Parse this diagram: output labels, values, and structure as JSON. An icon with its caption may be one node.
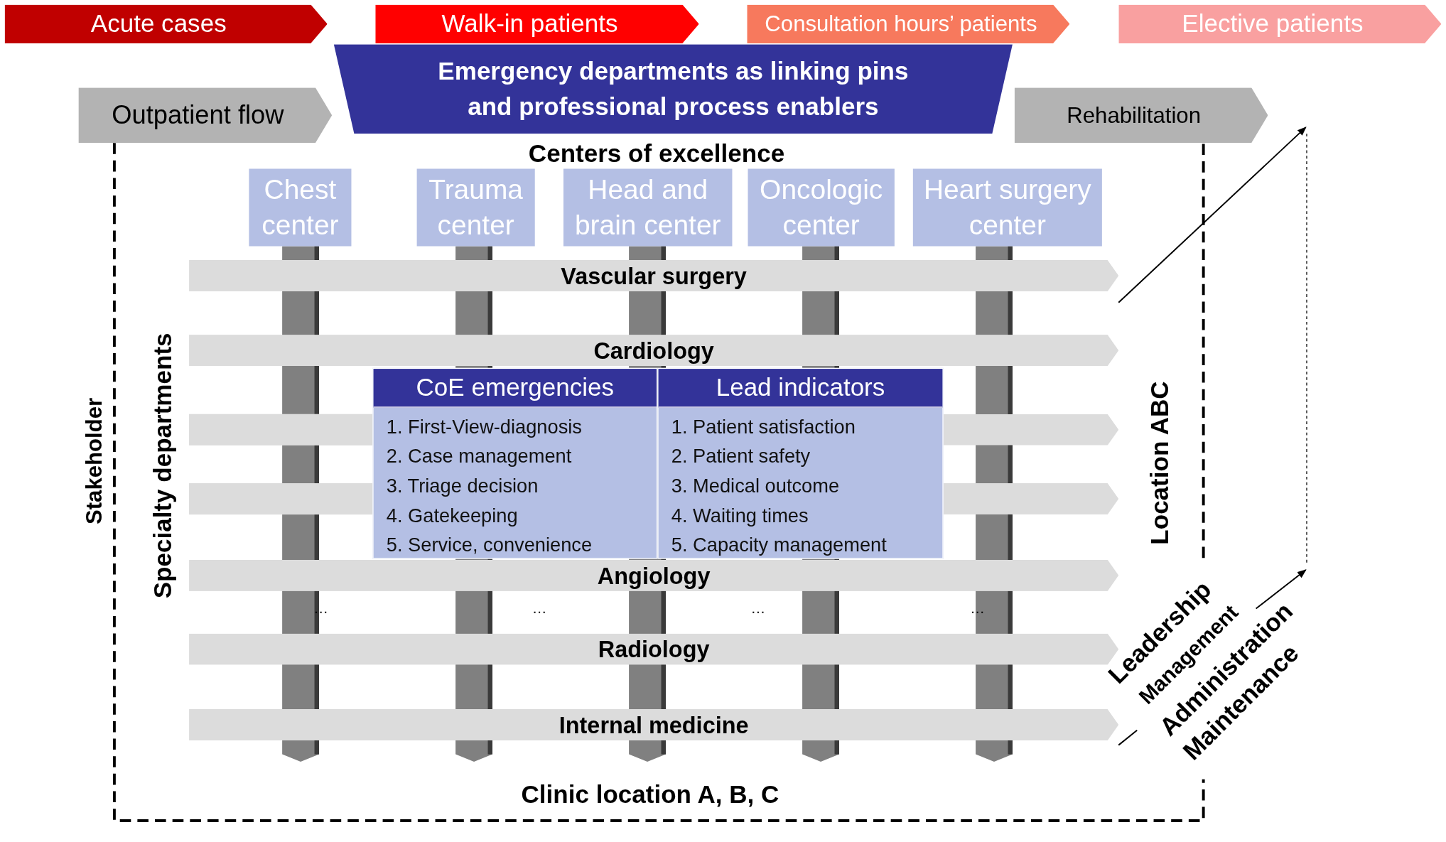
{
  "diagram": {
    "nodes": [
      {
        "text": [
          "Acute cases"
        ]
      },
      {
        "text": [
          "Walk-in patients"
        ]
      },
      {
        "text": [
          "Consultation hours’ patients"
        ]
      },
      {
        "text": [
          "Elective patients"
        ]
      },
      {
        "text": [
          "Emergency departments as linking pins and professional process enablers"
        ]
      },
      {
        "text": [
          "Outpatient flow"
        ]
      },
      {
        "text": [
          "Rehabilitation"
        ]
      },
      {
        "text": [
          "Chest center"
        ]
      },
      {
        "text": [
          "Trauma center"
        ]
      },
      {
        "text": [
          "Head and brain center"
        ]
      },
      {
        "text": [
          "Oncologic center"
        ]
      },
      {
        "text": [
          "Heart surgery center"
        ]
      },
      {
        "text": [
          "Vascular surgery"
        ]
      },
      {
        "text": [
          "Cardiology"
        ]
      },
      {
        "text": [
          "CoE emergencies",
          "1. First-View-diagnosis",
          "2. Case management",
          "3. Triage decision",
          "4. Gatekeeping",
          "5. Service, convenience"
        ]
      },
      {
        "text": [
          "Lead indicators",
          "1. Patient satisfaction",
          "2. Patient safety",
          "3. Medical outcome",
          "4. Waiting times",
          "5. Capacity management"
        ]
      },
      {
        "text": [],
        "shape": "bar"
      },
      {
        "text": [],
        "shape": "bar"
      },
      {
        "text": [],
        "shape": "bar"
      },
      {
        "text": [],
        "shape": "bar"
      },
      {
        "text": [
          "Angiology"
        ]
      },
      {
        "text": [
          "Radiology"
        ]
      },
      {
        "text": [
          "Internal medicine"
        ]
      }
    ],
    "edges": [],
    "labels": [
      "Centers of excellence",
      "Stakeholder",
      "Specialty departments",
      "Location ABC",
      "…",
      "…",
      "…",
      "…",
      "Leadership",
      "Management",
      "Administration",
      "Maintenance",
      "Clinic location A, B, C"
    ]
  }
}
